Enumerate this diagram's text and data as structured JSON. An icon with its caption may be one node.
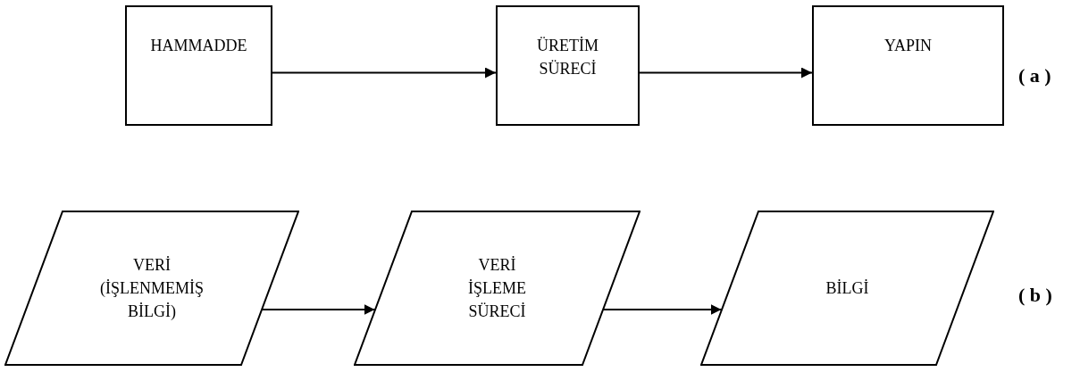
{
  "diagram": {
    "nodes": [
      {
        "text": [
          "HAMMADDE"
        ]
      },
      {
        "text": [
          "ÜRETİM SÜRECİ"
        ]
      },
      {
        "text": [
          "YAPIN"
        ]
      },
      {
        "text": [
          "VERİ (İŞLENMEMİŞ BİLGİ)"
        ]
      },
      {
        "text": [
          "VERİ İŞLEME SÜRECİ"
        ]
      },
      {
        "text": [
          "BİLGİ"
        ]
      }
    ],
    "edges": [
      {
        "from": 0,
        "to": 1,
        "arrow": "to"
      },
      {
        "from": 1,
        "to": 2,
        "arrow": "to"
      },
      {
        "from": 3,
        "to": 4,
        "arrow": "to"
      },
      {
        "from": 4,
        "to": 5,
        "arrow": "to"
      }
    ],
    "labels": [
      "( a )",
      "( b )"
    ]
  }
}
